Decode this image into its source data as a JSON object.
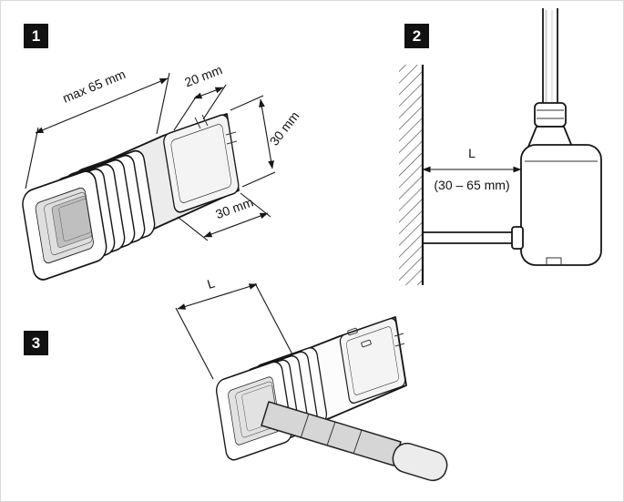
{
  "steps": {
    "step1": {
      "badge": "1",
      "dims": {
        "max_depth": "max 65 mm",
        "length_20": "20 mm",
        "height_30": "30 mm",
        "width_30": "30 mm"
      }
    },
    "step2": {
      "badge": "2",
      "dims": {
        "length_label": "L",
        "length_range": "(30 – 65 mm)"
      }
    },
    "step3": {
      "badge": "3",
      "dims": {
        "length_label": "L"
      }
    }
  },
  "colors": {
    "page_bg": "#ffffff",
    "border": "#d9d9d9",
    "line": "#161616",
    "badge_bg": "#111111",
    "badge_fg": "#ffffff",
    "body_fill": "#ececec",
    "cable_fill": "#d6d6d6",
    "interior_fill": "#bfbfbf"
  }
}
